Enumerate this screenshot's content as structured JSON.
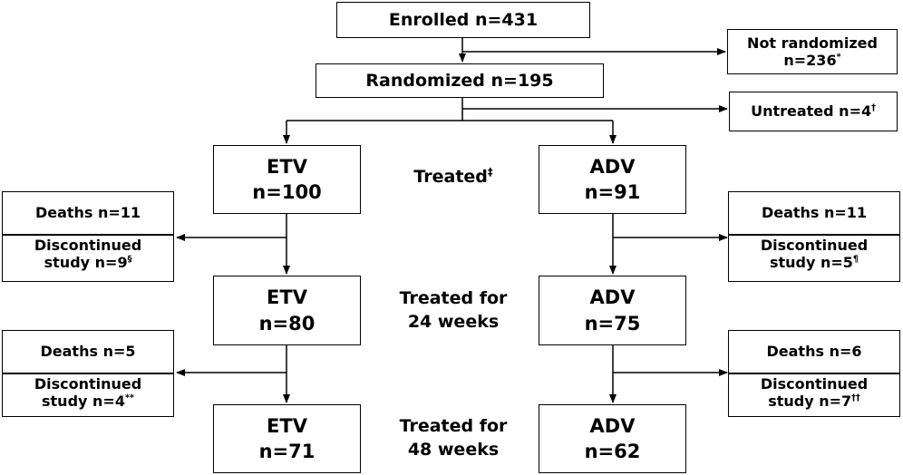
{
  "enrolled": "Enrolled n=431",
  "not_randomized": {
    "line1": "Not randomized",
    "line2": "n=236",
    "note": "*"
  },
  "randomized": "Randomized n=195",
  "untreated": {
    "text": "Untreated n=4",
    "note": "†"
  },
  "treated_label": {
    "text": "Treated",
    "note": "‡"
  },
  "treated_24_label": {
    "line1": "Treated for",
    "line2": "24 weeks"
  },
  "treated_48_label": {
    "line1": "Treated for",
    "line2": "48 weeks"
  },
  "etv": {
    "stage1": {
      "name": "ETV",
      "n": "n=100"
    },
    "stage2": {
      "name": "ETV",
      "n": "n=80"
    },
    "stage3": {
      "name": "ETV",
      "n": "n=71"
    },
    "exit1": {
      "deaths": "Deaths n=11",
      "disc1": "Discontinued",
      "disc2": "study n=9",
      "note": "§"
    },
    "exit2": {
      "deaths": "Deaths n=5",
      "disc1": "Discontinued",
      "disc2": "study n=4",
      "note": "**"
    }
  },
  "adv": {
    "stage1": {
      "name": "ADV",
      "n": "n=91"
    },
    "stage2": {
      "name": "ADV",
      "n": "n=75"
    },
    "stage3": {
      "name": "ADV",
      "n": "n=62"
    },
    "exit1": {
      "deaths": "Deaths n=11",
      "disc1": "Discontinued",
      "disc2": "study n=5",
      "note": "¶"
    },
    "exit2": {
      "deaths": "Deaths n=6",
      "disc1": "Discontinued",
      "disc2": "study n=7",
      "note": "††"
    }
  }
}
